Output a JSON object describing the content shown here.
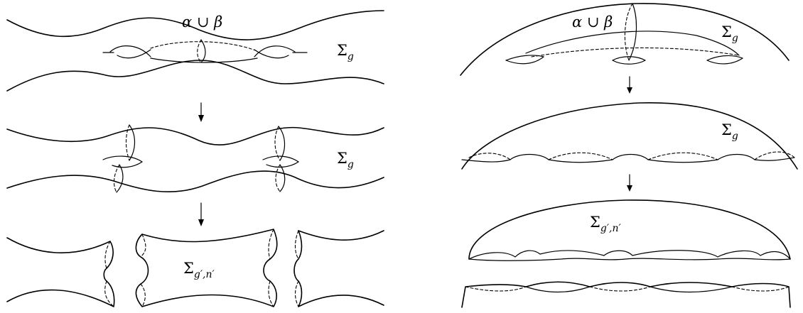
{
  "labels": {
    "alpha_beta_left": "α ∪ β",
    "sigma_g_left_top": "Σ",
    "sigma_g_left_top_sub": "g",
    "sigma_g_left_mid": "Σ",
    "sigma_g_left_mid_sub": "g",
    "sigma_gn_left": "Σ",
    "sigma_gn_left_sub": "g′,n′",
    "alpha_beta_right": "α ∪ β",
    "sigma_g_right_top": "Σ",
    "sigma_g_right_top_sub": "g",
    "sigma_g_right_mid": "Σ",
    "sigma_g_right_mid_sub": "g",
    "sigma_gn_right": "Σ",
    "sigma_gn_right_sub": "g′,n′"
  },
  "colors": {
    "stroke": "#000000",
    "background": "#ffffff"
  }
}
